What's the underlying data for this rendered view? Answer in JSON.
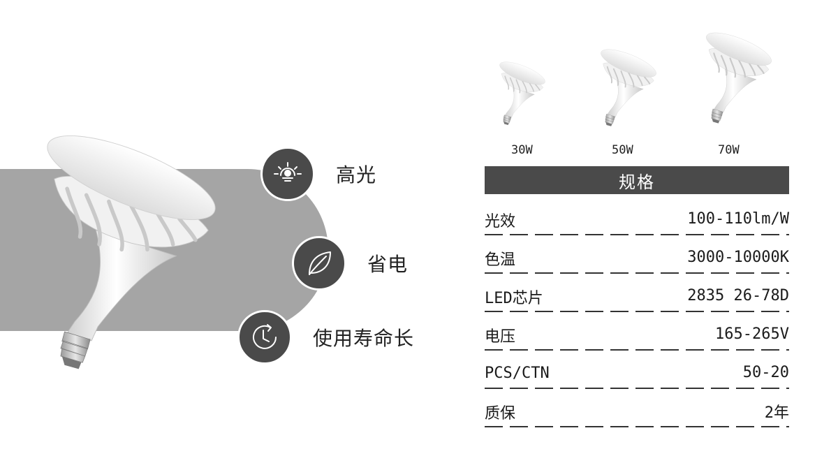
{
  "features": [
    {
      "icon": "sun-icon",
      "label": "高光"
    },
    {
      "icon": "leaf-icon",
      "label": "省电"
    },
    {
      "icon": "clock-refresh-icon",
      "label": "使用寿命长"
    }
  ],
  "variants": [
    {
      "label": "30W"
    },
    {
      "label": "50W"
    },
    {
      "label": "70W"
    }
  ],
  "spec": {
    "title": "规格",
    "rows": [
      {
        "key": "光效",
        "value": "100-110lm/W"
      },
      {
        "key": "色温",
        "value": "3000-10000K"
      },
      {
        "key": "LED芯片",
        "value": "2835 26-78D"
      },
      {
        "key": "电压",
        "value": "165-265V"
      },
      {
        "key": "PCS/CTN",
        "value": "50-20"
      },
      {
        "key": "质保",
        "value": "2年"
      }
    ]
  },
  "colors": {
    "band": "#a5a5a5",
    "dark": "#4a4a4a",
    "icon_stroke": "#ffffff"
  }
}
